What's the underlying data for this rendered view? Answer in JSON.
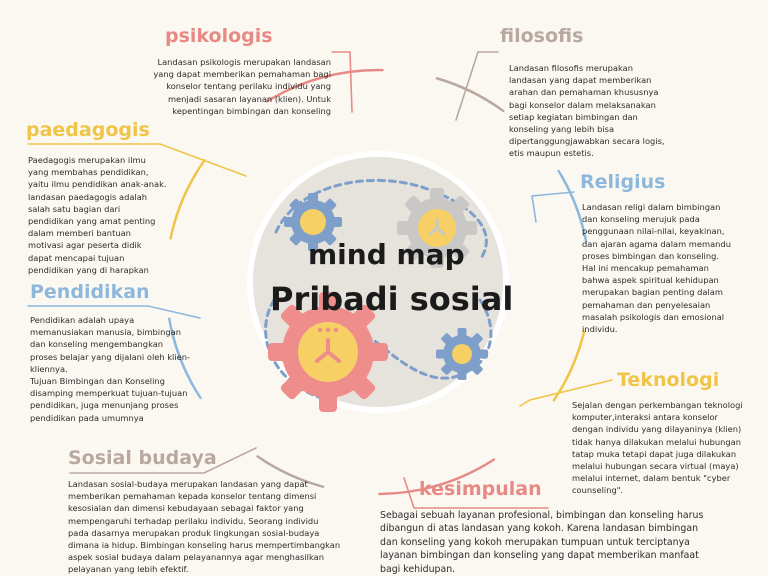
{
  "center": {
    "line1": "mind map",
    "line2": "Pribadi sosial"
  },
  "colors": {
    "pink": "#e78a85",
    "taupe": "#b9a7a1",
    "blue": "#8db8dc",
    "yellow": "#f0c447",
    "gear_yellow": "#f6d064",
    "gear_pink": "#ef8c8c",
    "gear_blue": "#7f9fcb",
    "gear_gray": "#c9c8c7",
    "circle": "#e6e2dc"
  },
  "nodes": {
    "psikologis": {
      "title": "psikologis",
      "lines": [
        "Landasan psikologis merupakan landasan",
        "yang dapat memberikan pemahaman bagi",
        "konselor tentang perilaku individu yang",
        "menjadi sasaran layanan (klien). Untuk",
        "kepentingan bimbingan dan konseling"
      ]
    },
    "filosofis": {
      "title": "filosofis",
      "lines": [
        "Landasan filosofis merupakan",
        "landasan yang dapat memberikan",
        "arahan dan pemahaman khususnya",
        "bagi konselor dalam melaksanakan",
        "setiap kegiatan bimbingan dan",
        "konseling yang lebih bisa",
        "dipertanggungjawabkan secara logis,",
        "etis maupun estetis."
      ]
    },
    "paedagogis": {
      "title": "paedagogis",
      "lines": [
        "Paedagogis merupakan ilmu",
        "yang membahas pendidikan,",
        "yaitu ilmu pendidikan anak-anak.",
        "landasan paedagogis adalah",
        "salah satu bagian dari",
        "pendidikan yang amat penting",
        "dalam memberi bantuan",
        "motivasi agar peserta didik",
        "dapat mencapai tujuan",
        "pendidikan yang di harapkan"
      ]
    },
    "religius": {
      "title": "Religius",
      "lines": [
        "Landasan religi dalam bimbingan",
        "dan konseling merujuk pada",
        "penggunaan nilai-nilai, keyakinan,",
        "dan ajaran agama dalam memandu",
        "proses bimbingan dan konseling.",
        "Hal ini mencakup pemahaman",
        "bahwa aspek spiritual kehidupan",
        "merupakan bagian penting dalam",
        "pemahaman dan penyelesaian",
        "masalah psikologis dan emosional",
        "individu."
      ]
    },
    "pendidikan": {
      "title": "Pendidikan",
      "lines": [
        "Pendidikan adalah upaya",
        "memanusiakan manusia, bimbingan",
        "dan konseling mengembangkan",
        "proses belajar yang dijalani oleh klien-",
        "kliennya.",
        "Tujuan Bimbingan dan Konseling",
        "disamping memperkuat tujuan-tujuan",
        "pendidikan, juga menunjang proses",
        "pendidikan pada umumnya"
      ]
    },
    "teknologi": {
      "title": "Teknologi",
      "lines": [
        "Sejalan dengan perkembangan teknologi",
        "komputer,interaksi antara konselor",
        "dengan individu yang dilayaninya (klien)",
        "tidak hanya dilakukan melalui hubungan",
        "tatap muka tetapi dapat juga dilakukan",
        "melalui hubungan secara virtual (maya)",
        "melalui internet, dalam bentuk \"cyber",
        "counseling\"."
      ]
    },
    "sosial_budaya": {
      "title": "Sosial budaya",
      "lines": [
        "Landasan sosial-budaya merupakan landasan yang dapat",
        "memberikan pemahaman kepada konselor tentang dimensi",
        "kesosialan dan dimensi kebudayaan sebagai faktor yang",
        "mempengaruhi terhadap perilaku individu. Seorang individu",
        "pada dasarnya merupakan produk lingkungan sosial-budaya",
        "dimana ia hidup. Bimbingan konseling harus mempertimbangkan",
        "aspek sosial budaya dalam pelayanannya agar menghasilkan",
        "pelayanan yang lebih efektif."
      ]
    },
    "kesimpulan": {
      "title": "kesimpulan",
      "lines": [
        "Sebagai sebuah layanan profesional, bimbingan dan konseling harus",
        "dibangun di atas landasan yang kokoh. Karena landasan bimbingan",
        "dan konseling yang kokoh merupakan tumpuan untuk terciptanya",
        "layanan bimbingan dan konseling yang dapat memberikan manfaat",
        "bagi kehidupan."
      ]
    }
  }
}
